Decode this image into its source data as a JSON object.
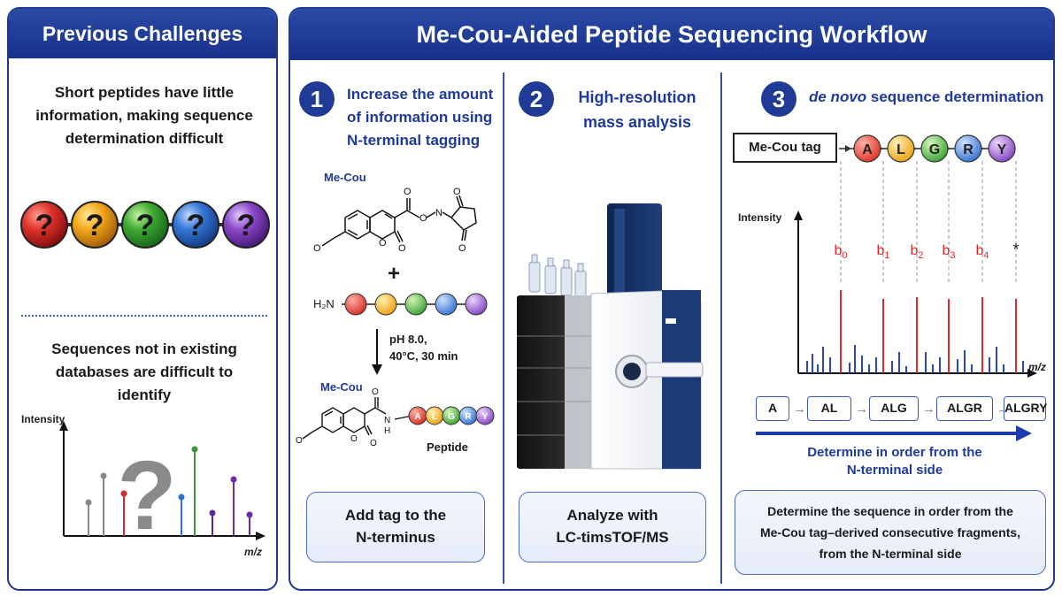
{
  "left": {
    "header": "Previous Challenges",
    "text1": [
      "Short peptides have little",
      "information, making sequence",
      "determination difficult"
    ],
    "question_mark": "?",
    "text2": [
      "Sequences not in existing",
      "databases are difficult to",
      "identify"
    ],
    "y_label": "Intensity",
    "x_label": "m/z"
  },
  "right": {
    "header": "Me-Cou-Aided Peptide Sequencing Workflow",
    "step1": {
      "number": "1",
      "title": [
        "Increase the amount",
        "of information using",
        "N-terminal tagging"
      ],
      "me_cou_label": "Me-Cou",
      "plus": "+",
      "amine": "H₂N",
      "conditions": [
        "pH 8.0,",
        "40°C, 30 min"
      ],
      "me_cou_label2": "Me-Cou",
      "product_letters": [
        "A",
        "L",
        "G",
        "R",
        "Y"
      ],
      "peptide_label": "Peptide",
      "box": [
        "Add tag to the",
        "N-terminus"
      ]
    },
    "step2": {
      "number": "2",
      "title": [
        "High-resolution",
        "mass analysis"
      ],
      "box": [
        "Analyze with",
        "LC-timsTOF/MS"
      ]
    },
    "step3": {
      "number": "3",
      "title_italic": "de novo",
      "title_rest": " sequence determination",
      "tag_label": "Me-Cou tag",
      "residues": [
        "A",
        "L",
        "G",
        "R",
        "Y"
      ],
      "y_label": "Intensity",
      "x_label": "m/z",
      "ions": [
        "b0",
        "b1",
        "b2",
        "b3",
        "b4",
        "*"
      ],
      "sequence": [
        "A",
        "AL",
        "ALG",
        "ALGR",
        "ALGRY"
      ],
      "direction": [
        "Determine in order from the",
        "N-terminal side"
      ],
      "box": [
        "Determine the sequence in order from the",
        "Me-Cou tag–derived consecutive fragments,",
        "from the N-terminal side"
      ]
    }
  },
  "colors": {
    "header_blue": "#1f3b95",
    "residue_A": "#e84a3a",
    "residue_L": "#f2b81e",
    "residue_G": "#4caf3c",
    "residue_R": "#3f7fd6",
    "residue_Y": "#8e4fc9",
    "ion_red": "#e0282a"
  }
}
